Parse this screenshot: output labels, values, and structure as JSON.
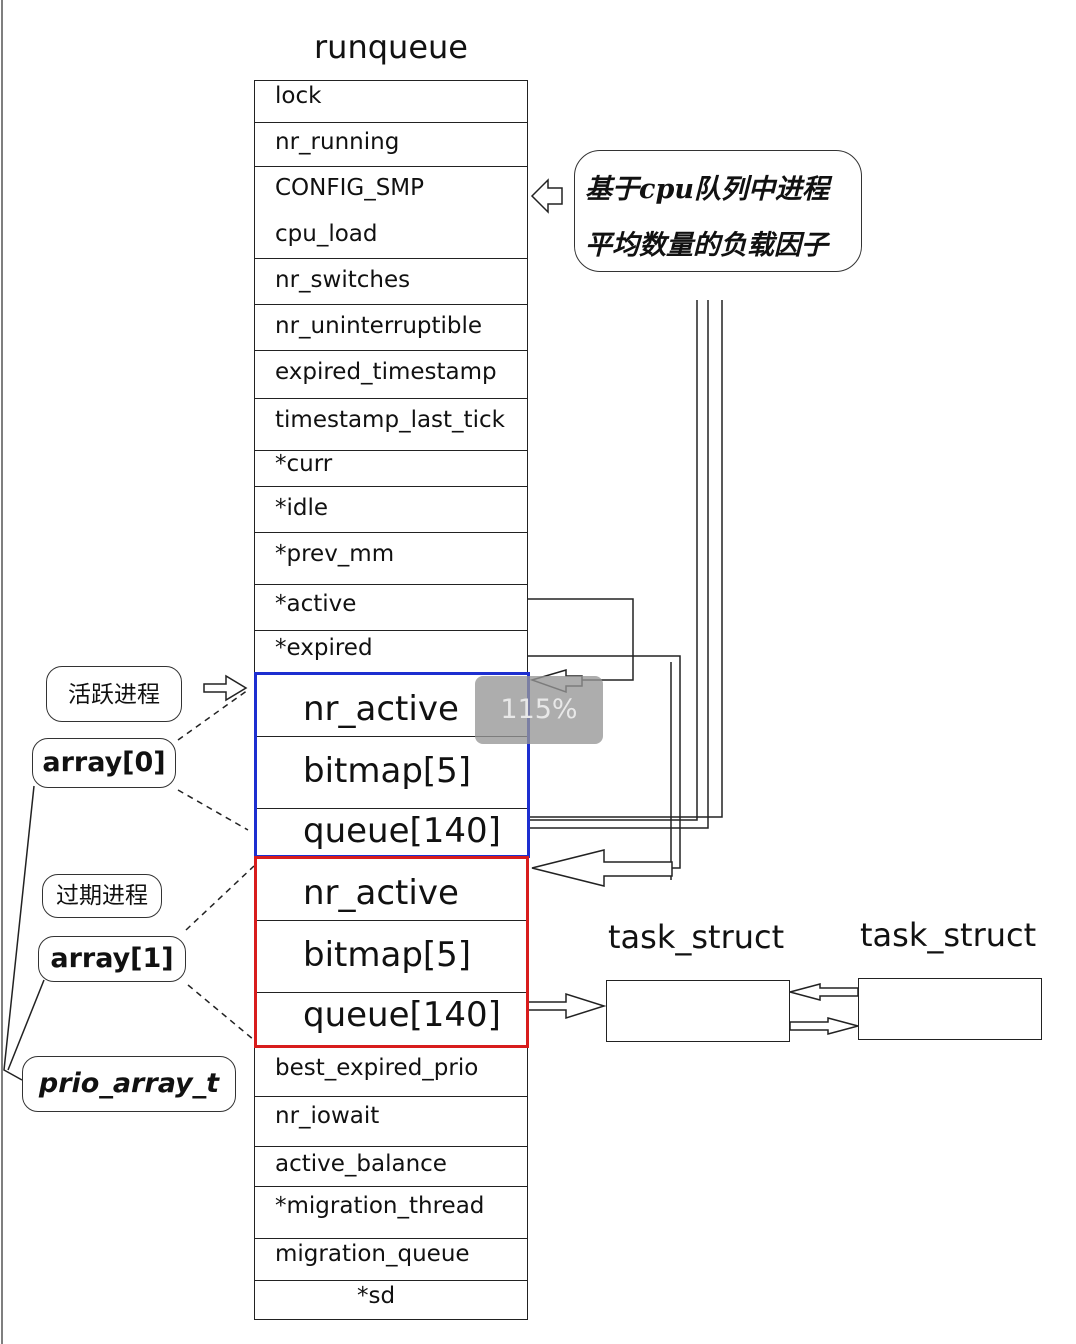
{
  "title": "runqueue",
  "fields_top": [
    "lock",
    "nr_running",
    "CONFIG_SMP",
    "cpu_load",
    "nr_switches",
    "nr_uninterruptible",
    "expired_timestamp",
    "timestamp_last_tick",
    "*curr",
    "*idle",
    "*prev_mm",
    "*active",
    "*expired"
  ],
  "array0_fields": [
    "nr_active",
    "bitmap[5]",
    "queue[140]"
  ],
  "array1_fields": [
    "nr_active",
    "bitmap[5]",
    "queue[140]"
  ],
  "fields_bottom": [
    "best_expired_prio",
    "nr_iowait",
    "active_balance",
    "*migration_thread",
    "migration_queue",
    "*sd"
  ],
  "cpu_load_note": {
    "line1": "基于cpu队列中进程",
    "line2": "平均数量的负载因子"
  },
  "left_labels": {
    "active_proc": "活跃进程",
    "array0": "array[0]",
    "expired_proc": "过期进程",
    "array1": "array[1]",
    "prio_array": "prio_array_t"
  },
  "task_struct_labels": [
    "task_struct",
    "task_struct"
  ],
  "zoom_badge": "115%",
  "colors": {
    "active_box": "#1d2fd0",
    "expired_box": "#d81c1c"
  }
}
